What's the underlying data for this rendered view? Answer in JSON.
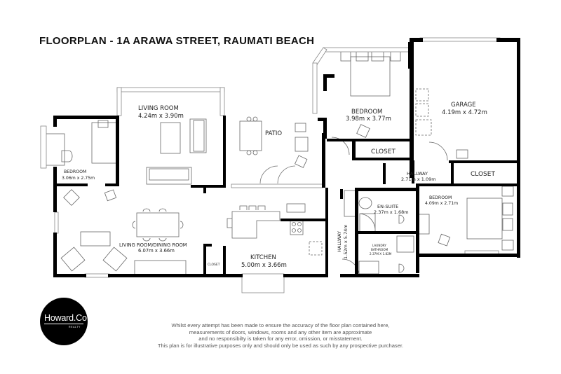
{
  "header": {
    "title": "FLOORPLAN - 1A ARAWA STREET, RAUMATI BEACH"
  },
  "rooms": {
    "living_room": {
      "name": "LIVING ROOM",
      "size": "4.24m x 3.90m"
    },
    "bedroom_west": {
      "name": "BEDROOM",
      "size": "3.06m x 2.75m"
    },
    "patio": {
      "name": "PATIO"
    },
    "bedroom_north": {
      "name": "BEDROOM",
      "size": "3.98m x 3.77m"
    },
    "garage": {
      "name": "GARAGE",
      "size": "4.19m x 4.72m"
    },
    "closet_north": {
      "name": "CLOSET"
    },
    "hallway_short": {
      "name": "HALLWAY",
      "size": "2.71m x 1.09m"
    },
    "closet_east": {
      "name": "CLOSET"
    },
    "ensuite": {
      "name": "EN-SUITE",
      "size": "2.37m x 1.68m"
    },
    "bedroom_east": {
      "name": "BEDROOM",
      "size": "4.09m x 2.71m"
    },
    "laundry": {
      "name_line1": "LAUNDRY",
      "name_line2": "BATHROOM",
      "size": "2.37M X 1.82M"
    },
    "hallway_long": {
      "name": "HALLWAY",
      "size": "1.52m x 5.74m"
    },
    "living_dining": {
      "name": "LIVING ROOM/DINING ROOM",
      "size": "6.07m x 3.66m"
    },
    "closet_small": {
      "name": "CLOSET"
    },
    "kitchen": {
      "name": "KITCHEN",
      "size": "5.00m x 3.66m"
    }
  },
  "logo": {
    "main": "Howard.Co",
    "sub": "REALTY"
  },
  "disclaimer": {
    "line1": "Whilst every attempt has been made to ensure the accuracy of the floor plan contained here,",
    "line2": "measurements of doors, windows, rooms and any other item are approximate",
    "line3": "and no responsibilty is taken for any error, omission, or misstatement.",
    "line4": "This plan is for illustrative purposes only and should only be used as such by any prospective purchaser."
  },
  "colors": {
    "wall": "#000000",
    "furniture": "#555555",
    "window": "#888888",
    "background": "#ffffff"
  }
}
